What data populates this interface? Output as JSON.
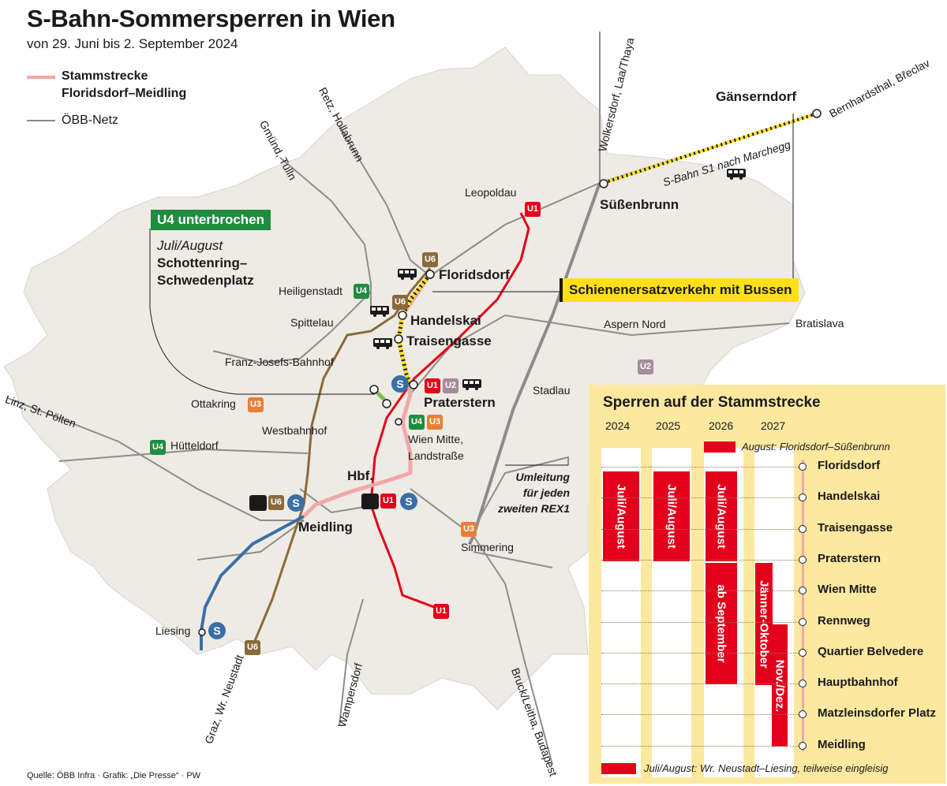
{
  "header": {
    "title": "S-Bahn-Sommersperren in Wien",
    "subtitle": "von 29. Juni bis 2. September 2024"
  },
  "legend": {
    "stammstrecke": "Stammstrecke",
    "stammstrecke_line2": "Floridsdorf–Meidling",
    "oebb": "ÖBB-Netz",
    "colors": {
      "stammstrecke": "#f3a7a8",
      "oebb": "#888888"
    }
  },
  "callouts": {
    "u4_unterbrochen": "U4 unterbrochen",
    "u4_period": "Juli/August",
    "u4_section_1": "Schottenring–",
    "u4_section_2": "Schwedenplatz",
    "sev": "Schienenersatzverkehr mit Bussen",
    "umleitung_1": "Umleitung",
    "umleitung_2": "für jeden",
    "umleitung_3": "zweiten REX1",
    "s1_marchegg": "S-Bahn S1 nach Marchegg"
  },
  "directions": {
    "gmuend": "Gmünd, Tulln",
    "retz": "Retz, Hollabrunn",
    "wolkersdorf": "Wolkersdorf, Laa/Thaya",
    "bernhardsthal": "Bernhardsthal, Břeclav",
    "bratislava": "Bratislava",
    "linz": "Linz, St. Pölten",
    "graz": "Graz, Wr. Neustadt",
    "wampersdorf": "Wampersdorf",
    "bruck": "Bruck/Leitha, Budapest"
  },
  "places": {
    "gaenserndorf": "Gänserndorf",
    "suessenbrunn": "Süßenbrunn",
    "leopoldau": "Leopoldau",
    "floridsdorf": "Floridsdorf",
    "heiligenstadt": "Heiligenstadt",
    "handelskai": "Handelskai",
    "spittelau": "Spittelau",
    "traisengasse": "Traisengasse",
    "fjb": "Franz-Josefs-Bahnhof",
    "aspern": "Aspern Nord",
    "ottakring": "Ottakring",
    "praterstern": "Praterstern",
    "stadlau": "Stadlau",
    "huetteldorf": "Hütteldorf",
    "westbahnhof": "Westbahnhof",
    "wien_mitte": "Wien Mitte,",
    "landstrasse": "Landstraße",
    "hbf": "Hbf.",
    "meidling": "Meidling",
    "simmering": "Simmering",
    "liesing": "Liesing"
  },
  "badges": {
    "u1": "U1",
    "u2": "U2",
    "u3": "U3",
    "u4": "U4",
    "u6": "U6",
    "s": "S"
  },
  "panel": {
    "title": "Sperren auf der Stammstrecke",
    "years": [
      "2024",
      "2025",
      "2026",
      "2027"
    ],
    "top_note": "August: Floridsdorf–Süßenbrunn",
    "stations": [
      "Floridsdorf",
      "Handelskai",
      "Traisengasse",
      "Praterstern",
      "Wien Mitte",
      "Rennweg",
      "Quartier Belvedere",
      "Hauptbahnhof",
      "Matzleinsdorfer Platz",
      "Meidling"
    ],
    "bars": {
      "y2024": "Juli/August",
      "y2025": "Juli/August",
      "y2026a": "Juli/August",
      "y2026b": "ab September",
      "y2027a": "Jänner-Oktober",
      "y2027b": "Nov./Dez."
    },
    "bottom_note": "Juli/August: Wr. Neustadt–Liesing, teilweise eingleisig",
    "bar_color": "#e3001b",
    "bg_color": "#fde8a0"
  },
  "source": "Quelle: ÖBB Infra · Grafik: „Die Presse“ · PW"
}
